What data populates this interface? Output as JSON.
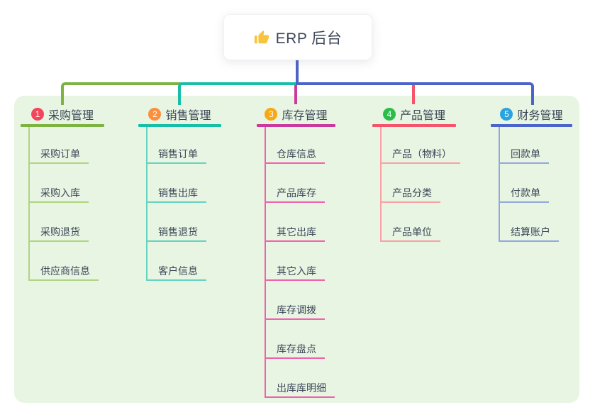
{
  "root": {
    "label": "ERP 后台",
    "icon": "thumbs-up-icon"
  },
  "palette": {
    "panel_bg": "#e9f5e3",
    "root_connector": "#4d63c8",
    "thumb_icon_color": "#f8c43d",
    "text_dark": "#3a4657"
  },
  "branches": [
    {
      "num": "1",
      "label": "采购管理",
      "badge_color": "#f5455c",
      "line_color": "#7cb342",
      "child_line_color": "#aed581",
      "children": [
        "采购订单",
        "采购入库",
        "采购退货",
        "供应商信息"
      ]
    },
    {
      "num": "2",
      "label": "销售管理",
      "badge_color": "#fd8f3a",
      "line_color": "#17bfa6",
      "child_line_color": "#66d2c0",
      "children": [
        "销售订单",
        "销售出库",
        "销售退货",
        "客户信息"
      ]
    },
    {
      "num": "3",
      "label": "库存管理",
      "badge_color": "#f7a814",
      "line_color": "#ca3a9e",
      "child_line_color": "#f25fad",
      "children": [
        "仓库信息",
        "产品库存",
        "其它出库",
        "其它入库",
        "库存调拨",
        "库存盘点",
        "出库库明细"
      ]
    },
    {
      "num": "4",
      "label": "产品管理",
      "badge_color": "#2abd4a",
      "line_color": "#f4556b",
      "child_line_color": "#f9a1a4",
      "children": [
        "产品（物料）",
        "产品分类",
        "产品单位"
      ]
    },
    {
      "num": "5",
      "label": "财务管理",
      "badge_color": "#2ba3e0",
      "line_color": "#4a64c9",
      "child_line_color": "#93a7de",
      "children": [
        "回款单",
        "付款单",
        "结算账户"
      ]
    }
  ]
}
